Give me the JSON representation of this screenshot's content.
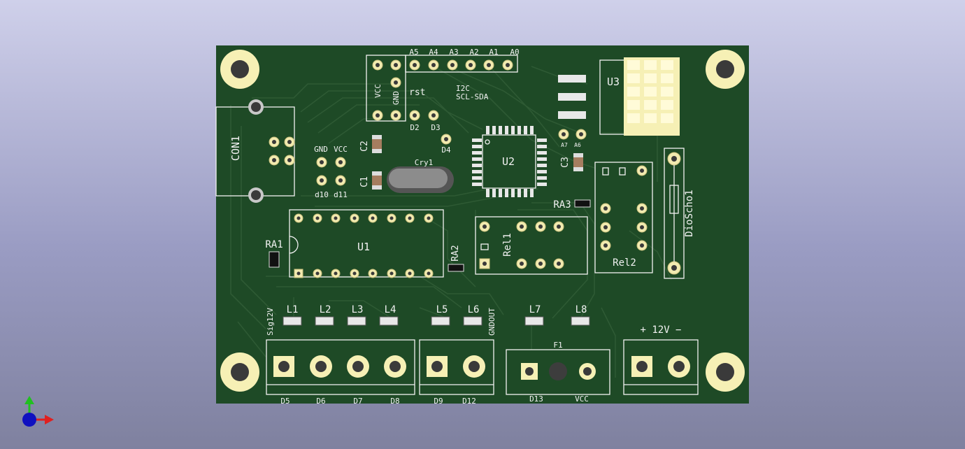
{
  "viewer": {
    "title": "PCB 3D Viewer",
    "colors": {
      "background_top": "#cfd0ea",
      "background_bottom": "#7f819f",
      "board": "#1e4a26",
      "trace": "#2e5a34",
      "silkscreen": "#f2f2f2",
      "pad": "#f2ebb0"
    }
  },
  "board": {
    "headers": {
      "top_pins": [
        "A5",
        "A4",
        "A3",
        "A2",
        "A1",
        "A0"
      ],
      "vcc": "VCC",
      "gnd": "GND",
      "rst": "rst",
      "i2c": "I2C",
      "i2c_pins": "SCL-SDA",
      "d2": "D2",
      "d3": "D3",
      "d4": "D4",
      "a7": "A7",
      "a6": "A6",
      "gnd2": "GND",
      "vcc2": "VCC",
      "d10": "d10",
      "d11": "d11"
    },
    "components": {
      "con1": "CON1",
      "c1": "C1",
      "c2": "C2",
      "c3": "C3",
      "cry1": "Cry1",
      "u1": "U1",
      "u2": "U2",
      "u3": "U3",
      "ra1": "RA1",
      "ra2": "RA2",
      "ra3": "RA3",
      "rel1": "Rel1",
      "rel2": "Rel2",
      "dioscho": "DioScho1",
      "f1": "F1"
    },
    "leds": [
      "L1",
      "L2",
      "L3",
      "L4",
      "L5",
      "L6",
      "L7",
      "L8"
    ],
    "side_labels": {
      "sig12v": "Sig12V",
      "gndout": "GNDOUT",
      "power": "+  12V  −"
    },
    "terminals": {
      "block1": [
        "D5",
        "D6",
        "D7",
        "D8"
      ],
      "block2": [
        "D9",
        "D12"
      ],
      "fuse": [
        "D13",
        "VCC"
      ]
    }
  },
  "axes_gizmo": {
    "icon": "axes-orientation-icon",
    "x_color": "#e02020",
    "y_color": "#20c020",
    "z_color": "#1010c0"
  }
}
